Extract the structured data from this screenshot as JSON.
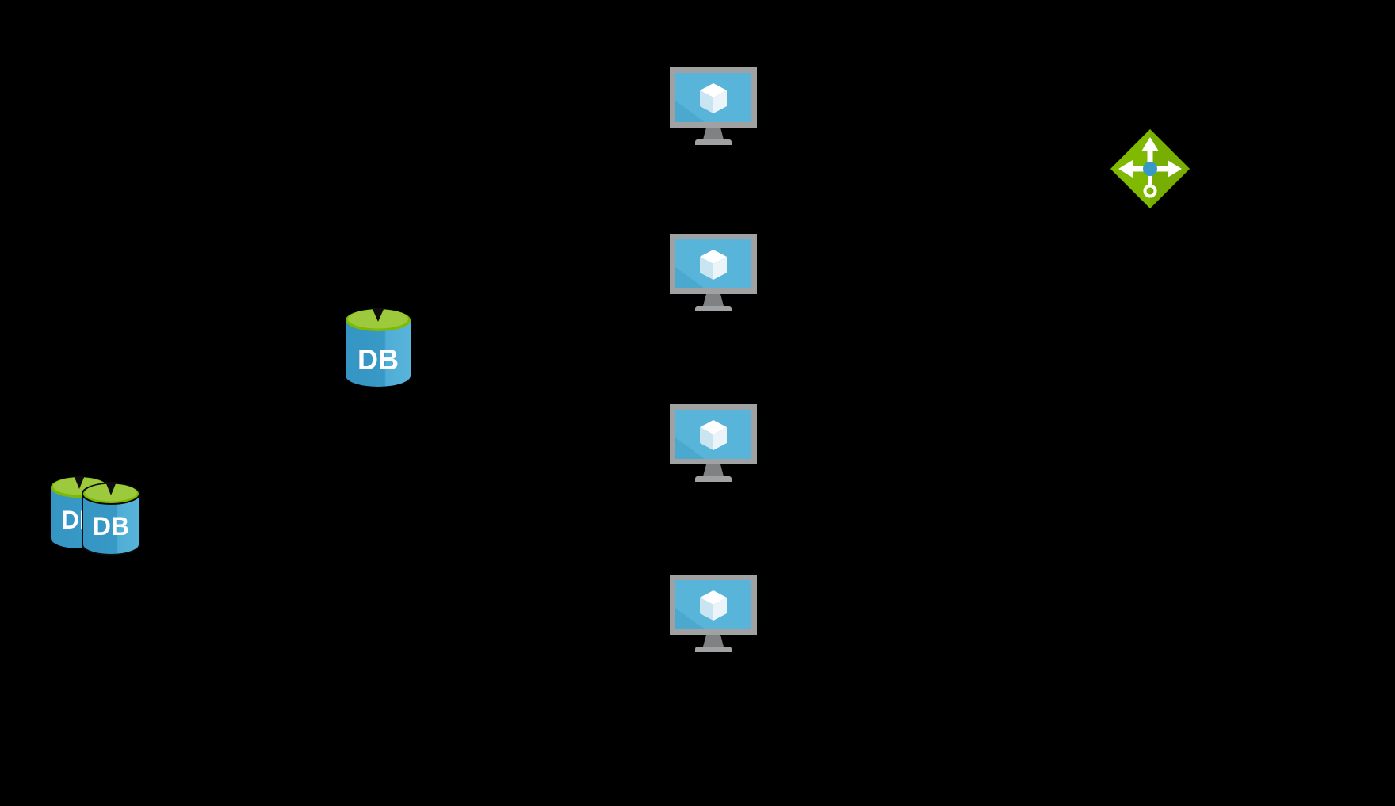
{
  "diagram": {
    "type": "azure-architecture-diagram",
    "background_color": "#000000",
    "labels": {
      "db_single": "DB",
      "db_back": "DB",
      "db_front": "DB"
    },
    "nodes": [
      {
        "id": "vm-1",
        "kind": "virtual-machine"
      },
      {
        "id": "vm-2",
        "kind": "virtual-machine"
      },
      {
        "id": "vm-3",
        "kind": "virtual-machine"
      },
      {
        "id": "vm-4",
        "kind": "virtual-machine"
      },
      {
        "id": "load-balancer",
        "kind": "load-balancer"
      },
      {
        "id": "database-primary",
        "kind": "sql-database",
        "label": "DB"
      },
      {
        "id": "database-stack",
        "kind": "sql-database-stack",
        "label": "DB"
      }
    ],
    "colors": {
      "vm_frame": "#a0a1a2",
      "vm_screen": "#59b4d9",
      "vm_screen_shade": "#3f9fc4",
      "vm_stand": "#7f8183",
      "cube_white": "#ffffff",
      "cube_left_face": "#c9e5f1",
      "cube_right_face": "#eaf4f9",
      "lb_green": "#7fba00",
      "lb_green_dark": "#71a602",
      "lb_center_blue": "#3999c6",
      "db_blue": "#3999c6",
      "db_blue_light": "#59b4d9",
      "db_top_green_outer": "#7fba00",
      "db_top_green_inner": "#9cca3c",
      "db_notch": "#0d0d0d",
      "label_white": "#ffffff"
    }
  }
}
